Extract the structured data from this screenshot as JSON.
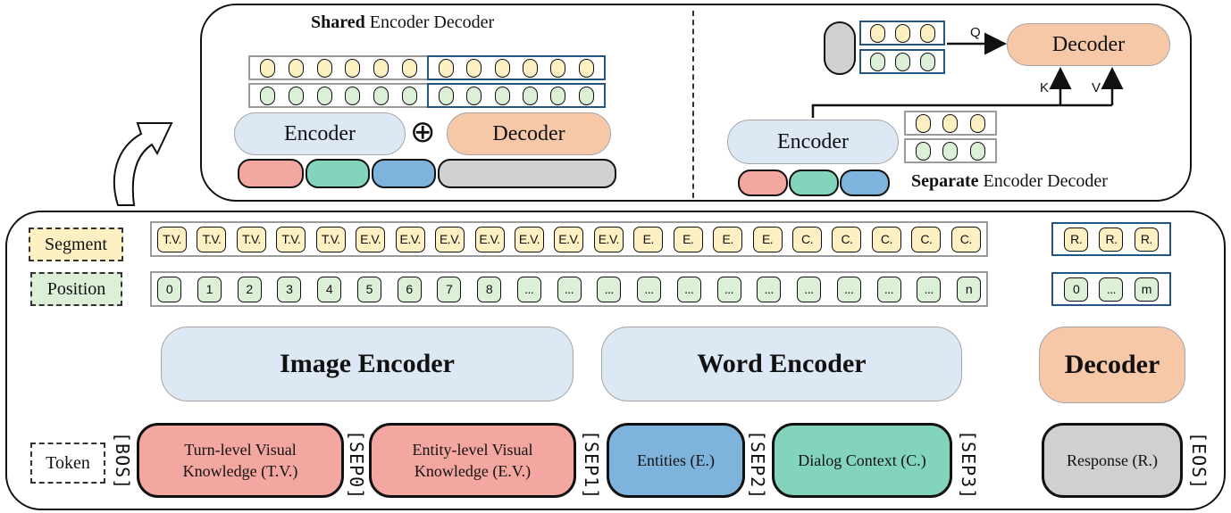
{
  "shared": {
    "title_bold": "Shared",
    "title_rest": " Encoder Decoder",
    "encoder": "Encoder",
    "decoder": "Decoder",
    "oplus": "⊕"
  },
  "separate": {
    "title_bold": "Separate",
    "title_rest": " Encoder Decoder",
    "encoder": "Encoder",
    "decoder": "Decoder",
    "q": "Q",
    "k": "K",
    "v": "V"
  },
  "labels": {
    "segment": "Segment",
    "position": "Position",
    "token": "Token"
  },
  "segments": [
    "T.V.",
    "T.V.",
    "T.V.",
    "T.V.",
    "T.V.",
    "E.V.",
    "E.V.",
    "E.V.",
    "E.V.",
    "E.V.",
    "E.V.",
    "E.V.",
    "E.",
    "E.",
    "E.",
    "E.",
    "C.",
    "C.",
    "C.",
    "C.",
    "C."
  ],
  "positions": [
    "0",
    "1",
    "2",
    "3",
    "4",
    "5",
    "6",
    "7",
    "8",
    "...",
    "...",
    "...",
    "...",
    "...",
    "...",
    "...",
    "...",
    "...",
    "...",
    "...",
    "n"
  ],
  "response_segments": [
    "R.",
    "R.",
    "R."
  ],
  "response_positions": [
    "0",
    "...",
    "m"
  ],
  "encoders": {
    "image": "Image Encoder",
    "word": "Word Encoder",
    "decoder": "Decoder"
  },
  "tokens": {
    "bos": "[BOS]",
    "sep0": "[SEP0]",
    "sep1": "[SEP1]",
    "sep2": "[SEP2]",
    "sep3": "[SEP3]",
    "eos": "[EOS]",
    "tv_line1": "Turn-level Visual",
    "tv_line2": "Knowledge (T.V.)",
    "ev_line1": "Entity-level Visual",
    "ev_line2": "Knowledge (E.V.)",
    "entities": "Entities (E.)",
    "dialog": "Dialog Context (C.)",
    "response": "Response (R.)"
  },
  "colors": {
    "tv": "#f4a6a1",
    "ev": "#f4a6a1",
    "entities": "#7eb3dc",
    "dialog": "#82d4bd",
    "response": "#d0d0d0",
    "encoder_fill": "#dde8f5",
    "decoder_fill": "#f6c8a8",
    "segment_chip": "#fdf0c2",
    "position_chip": "#dcefd7",
    "blue_border": "#24557e"
  }
}
